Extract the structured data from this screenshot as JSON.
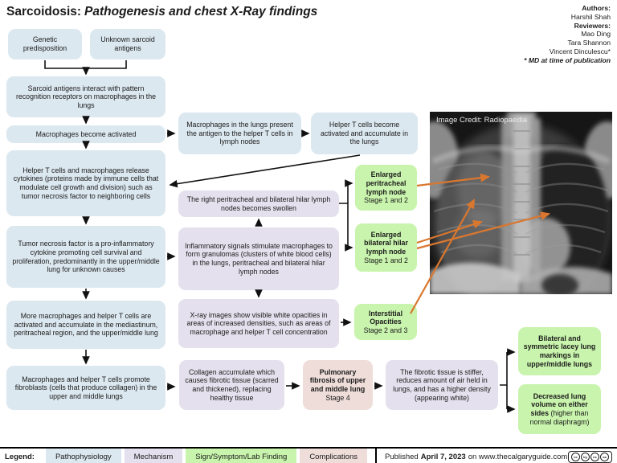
{
  "title": {
    "prefix": "Sarcoidosis:",
    "suffix": "Pathogenesis and chest X-Ray findings"
  },
  "credits": {
    "authors_label": "Authors:",
    "authors": [
      "Harshil Shah"
    ],
    "reviewers_label": "Reviewers:",
    "reviewers": [
      "Mao Ding",
      "Tara Shannon",
      "Vincent Dinculescu*"
    ],
    "footnote": "* MD at time of publication"
  },
  "xray": {
    "credit": "Image Credit: Radiopaedia"
  },
  "boxes": {
    "genetic": {
      "text": "Genetic predisposition"
    },
    "unknown_antigens": {
      "text": "Unknown sarcoid antigens"
    },
    "interact": {
      "text": "Sarcoid antigens interact with pattern recognition receptors on macrophages in the lungs"
    },
    "activated": {
      "text": "Macrophages become activated"
    },
    "cytokines": {
      "text": "Helper T cells and macrophages release cytokines (proteins made by immune cells that modulate cell growth and division) such as tumor necrosis factor to neighboring cells"
    },
    "tnf": {
      "text": "Tumor necrosis factor is a pro-inflammatory cytokine promoting cell survival and proliferation, predominantly in the upper/middle lung for unknown causes"
    },
    "accumulate": {
      "text": "More macrophages and helper T cells are activated and accumulate in the mediastinum, peritracheal region, and the upper/middle lung"
    },
    "fibroblasts": {
      "text": "Macrophages and helper T cells promote fibroblasts (cells that produce collagen) in the upper and middle lungs"
    },
    "present": {
      "text": "Macrophages in the lungs present the antigen to the helper T cells in lymph nodes"
    },
    "helper_t": {
      "text": "Helper T cells become activated and accumulate in the lungs"
    },
    "swollen": {
      "text": "The right peritracheal and bilateral hilar lymph nodes becomes swollen"
    },
    "granulomas": {
      "text": "Inflammatory signals stimulate macrophages to form granulomas (clusters of white blood cells) in the lungs, peritracheal and bilateral hilar lymph nodes"
    },
    "xray_opacities": {
      "text": "X-ray images show visible white opacities in areas of increased densities, such as areas of macrophage and helper T cell concentration"
    },
    "collagen": {
      "text": "Collagen accumulate which causes fibrotic tissue (scarred and thickened), replacing healthy tissue"
    },
    "pulm_fibrosis": {
      "title": "Pulmonary fibrosis of upper and middle lung",
      "stage": "Stage 4"
    },
    "stiffer": {
      "text": "The fibrotic tissue is stiffer, reduces amount of air held in lungs, and has a higher density (appearing white)"
    },
    "peritracheal_node": {
      "title": "Enlarged peritracheal lymph node",
      "stage": "Stage 1 and 2"
    },
    "hilar_node": {
      "title": "Enlarged bilateral hilar lymph node",
      "stage": "Stage 1 and 2"
    },
    "interstitial": {
      "title": "Interstitial Opacities",
      "stage": "Stage 2 and 3"
    },
    "lacey": {
      "title": "Bilateral and symmetric lacey lung markings in upper/middle lungs"
    },
    "decreased": {
      "title": "Decreased lung volume on either sides ",
      "note": "(higher than normal diaphragm)"
    }
  },
  "legend": {
    "label": "Legend:",
    "items": [
      {
        "label": "Pathophysiology",
        "color": "#dce8f0"
      },
      {
        "label": "Mechanism",
        "color": "#e4e0ed"
      },
      {
        "label": "Sign/Symptom/Lab Finding",
        "color": "#c9f4ad"
      },
      {
        "label": "Complications",
        "color": "#eeddd9"
      }
    ],
    "published": {
      "prefix": "Published",
      "date": "April 7, 2023",
      "suffix": "on www.thecalgaryguide.com"
    },
    "license_icons": [
      "cc",
      "by",
      "nc",
      "sa"
    ]
  },
  "colors": {
    "pathophysiology": "#dce8f0",
    "mechanism": "#e4e0ed",
    "finding": "#c9f4ad",
    "complication": "#eeddd9",
    "annotation_arrow": "#d9772f",
    "flow_arrow": "#111111"
  }
}
